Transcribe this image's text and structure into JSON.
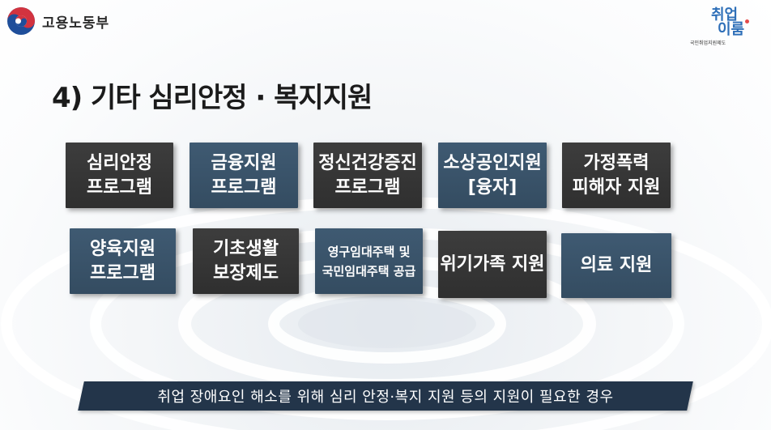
{
  "header": {
    "ministry_name": "고용노동부",
    "brand_line1": "취업",
    "brand_line2": "이룸",
    "brand_sub": "국민취업지원제도"
  },
  "title": "4) 기타 심리안정 · 복지지원",
  "tiles_row1": [
    {
      "label": "심리안정\n프로그램",
      "style": "dark"
    },
    {
      "label": "금융지원\n프로그램",
      "style": "blue"
    },
    {
      "label": "정신건강증진\n프로그램",
      "style": "dark"
    },
    {
      "label": "소상공인지원\n[융자]",
      "style": "blue"
    },
    {
      "label": "가정폭력\n피해자 지원",
      "style": "dark"
    }
  ],
  "tiles_row2": [
    {
      "label": "양육지원\n프로그램",
      "style": "blue"
    },
    {
      "label": "기초생활\n보장제도",
      "style": "dark"
    },
    {
      "label": "영구임대주택 및\n국민임대주택 공급",
      "style": "blue"
    },
    {
      "label": "위기가족 지원",
      "style": "dark"
    },
    {
      "label": "의료 지원",
      "style": "blue"
    }
  ],
  "banner": "취업 장애요인 해소를 위해 심리 안정·복지 지원 등의 지원이 필요한 경우",
  "colors": {
    "tile_dark": "#333333",
    "tile_blue": "#3b5368",
    "banner": "#23354a",
    "emblem_red": "#d2333f",
    "emblem_blue": "#1f4e9a"
  }
}
